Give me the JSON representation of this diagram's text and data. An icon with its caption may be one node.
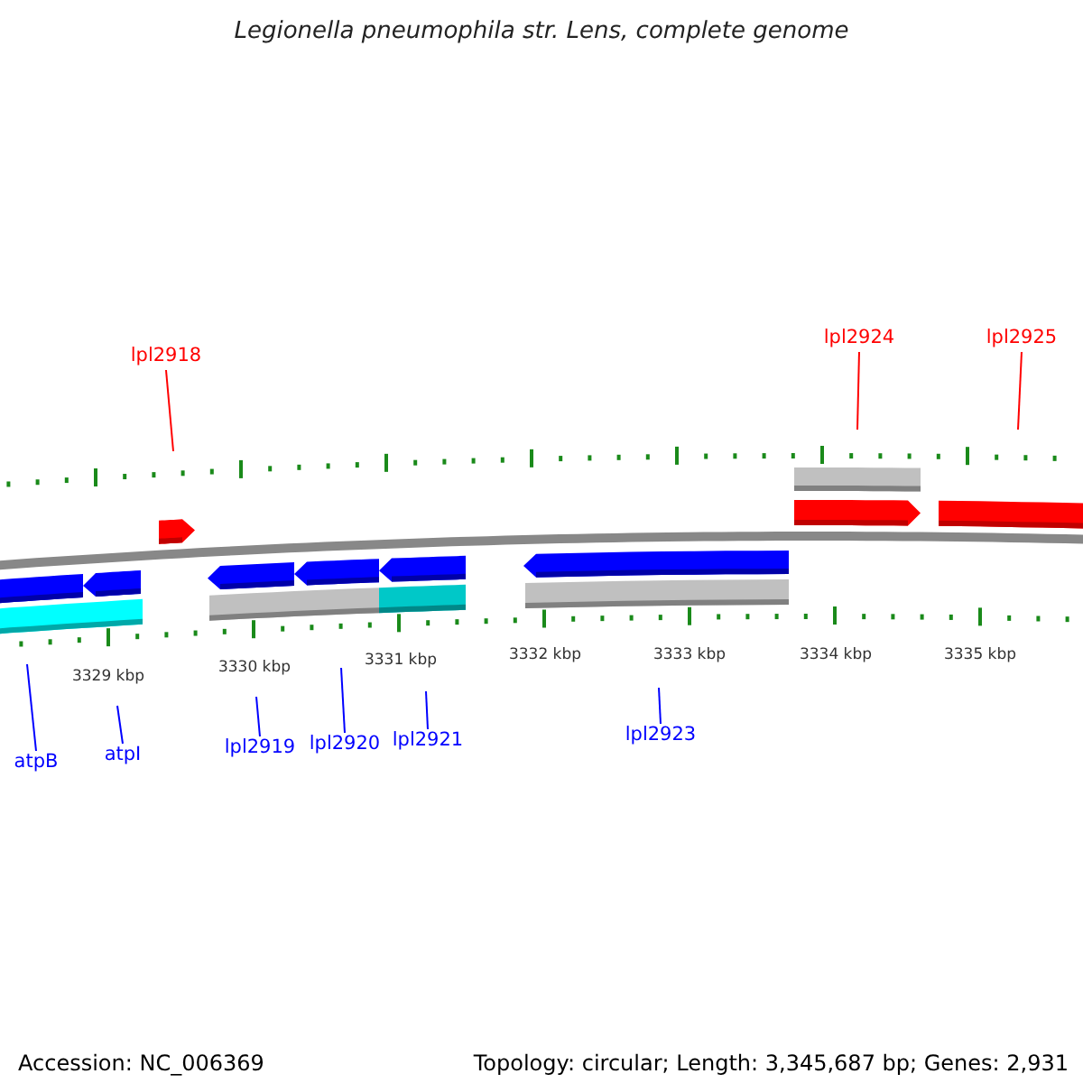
{
  "diagram": {
    "title": "Legionella pneumophila str. Lens, complete genome",
    "nodes": [
      {
        "text": [
          "lpl2918"
        ]
      },
      {
        "text": [
          "lpl2924"
        ]
      },
      {
        "text": [
          "lpl2925"
        ]
      },
      {
        "text": [
          "atpB"
        ]
      },
      {
        "text": [
          "atpI"
        ]
      },
      {
        "text": [
          "lpl2919"
        ]
      },
      {
        "text": [
          "lpl2920"
        ]
      },
      {
        "text": [
          "lpl2921"
        ]
      },
      {
        "text": [
          "lpl2923"
        ]
      }
    ],
    "edges": [
      {
        "from": 0,
        "to": null,
        "arrow": "none",
        "color": "#ff0000"
      },
      {
        "from": 1,
        "to": null,
        "arrow": "none",
        "color": "#ff0000"
      },
      {
        "from": 2,
        "to": null,
        "arrow": "none",
        "color": "#ff0000"
      },
      {
        "from": 3,
        "to": null,
        "arrow": "none"
      },
      {
        "from": 4,
        "to": null,
        "arrow": "none"
      },
      {
        "from": 5,
        "to": null,
        "arrow": "none"
      },
      {
        "from": 6,
        "to": null,
        "arrow": "none"
      },
      {
        "from": 7,
        "to": null,
        "arrow": "none"
      },
      {
        "from": 8,
        "to": null,
        "arrow": "none"
      }
    ],
    "labels": [
      "3329 kbp",
      "3330 kbp",
      "3331 kbp",
      "3332 kbp",
      "3333 kbp",
      "3334 kbp",
      "3335 kbp",
      "Accession: NC_006369",
      "Topology: circular; Length: 3,345,687 bp; Genes: 2,931"
    ]
  }
}
